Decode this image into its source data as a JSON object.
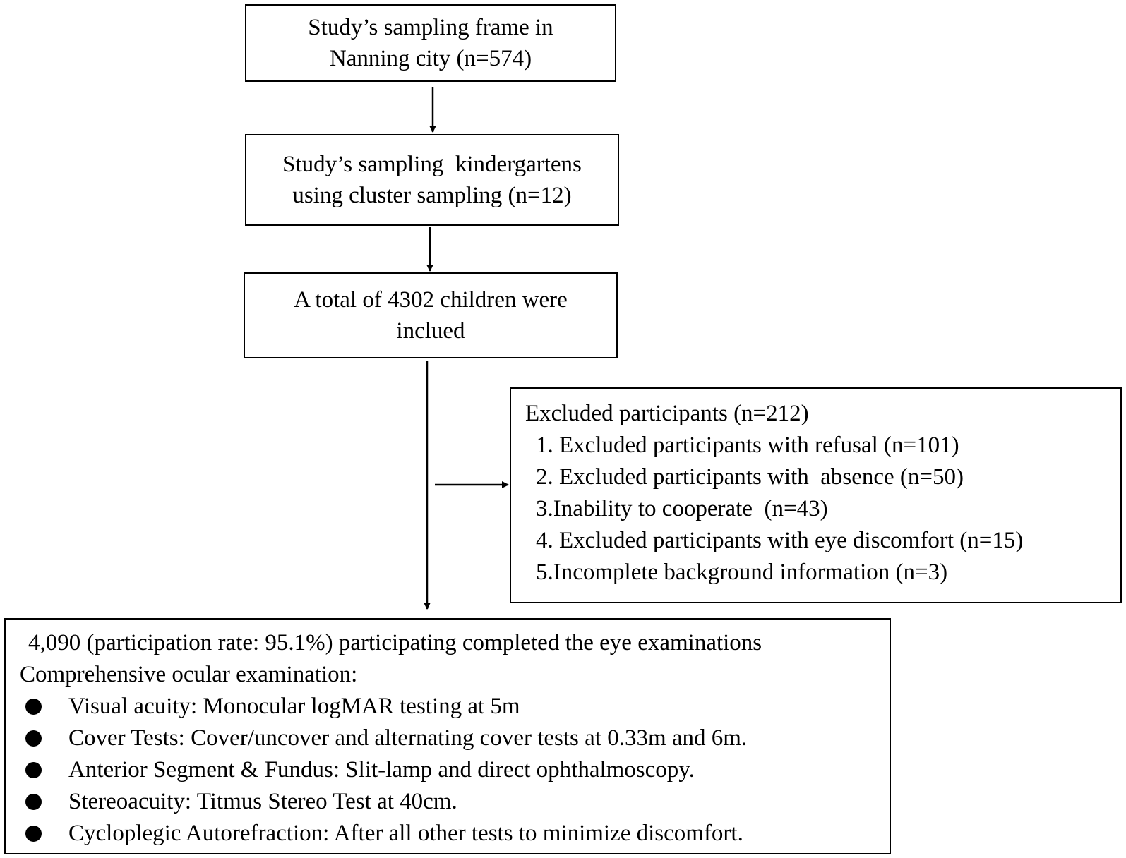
{
  "nodes": {
    "sampling_frame": [
      "Study’s sampling frame in",
      "Nanning city (n=574)"
    ],
    "kindergartens": [
      "Study’s sampling  kindergartens",
      "using cluster sampling (n=12)"
    ],
    "total_children": [
      "A total of 4302 children were",
      "inclued"
    ],
    "excluded": {
      "title": "Excluded participants (n=212)",
      "items": [
        "1. Excluded participants with refusal (n=101)",
        "2. Excluded participants with  absence (n=50)",
        "3.Inability to cooperate  (n=43)",
        "4. Excluded participants with eye discomfort (n=15)",
        "5.Incomplete background information (n=3)"
      ]
    },
    "final": {
      "line1": "4,090 (participation rate: 95.1%) participating completed the eye examinations",
      "line2": "Comprehensive ocular examination:",
      "bullets": [
        "Visual acuity: Monocular logMAR testing at 5m",
        "Cover Tests: Cover/uncover and alternating cover tests at 0.33m and 6m.",
        "Anterior Segment & Fundus: Slit-lamp and direct ophthalmoscopy.",
        "Stereoacuity: Titmus Stereo Test at 40cm.",
        "Cycloplegic Autorefraction: After all other tests to minimize discomfort."
      ]
    }
  }
}
